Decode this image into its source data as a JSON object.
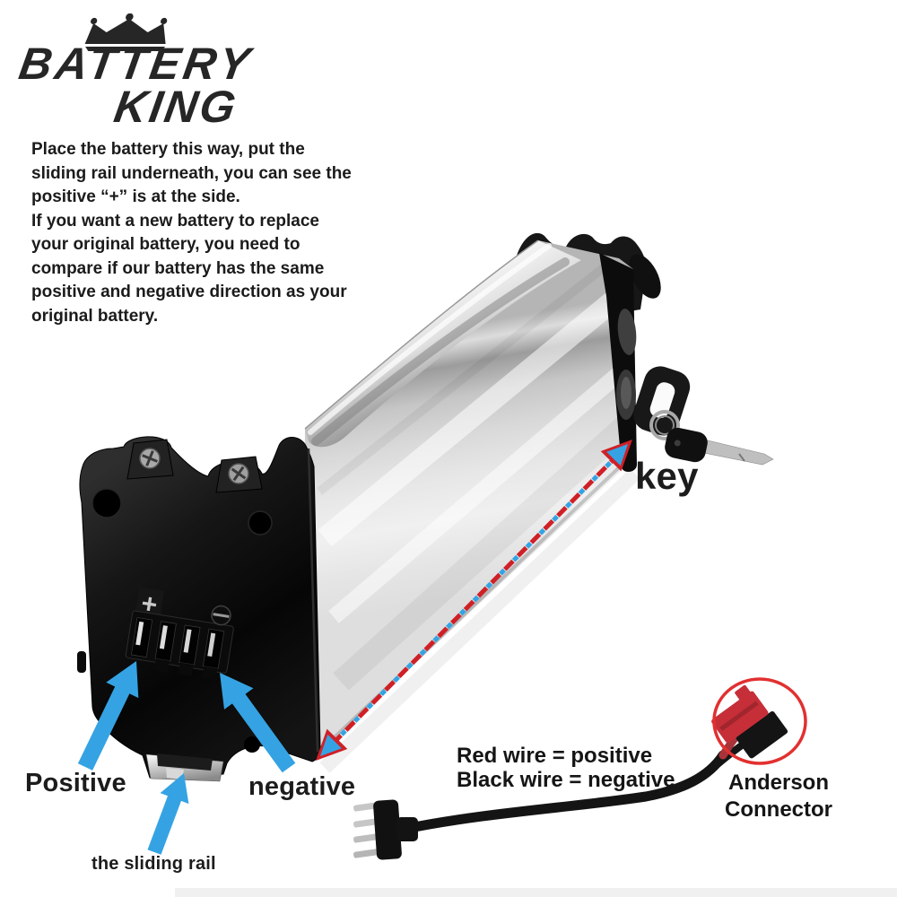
{
  "logo": {
    "line1": "BATTERY",
    "line2": "KING",
    "crown_icon": "crown"
  },
  "instructions": {
    "lines": [
      "Place the battery this way, put the",
      "sliding rail underneath, you can see the",
      "positive “+” is at the side.",
      "If you want a new battery to replace",
      "your original battery, you need to",
      "compare if our battery has the same",
      "positive and negative direction as your",
      "original battery."
    ]
  },
  "annotations": {
    "key_label": "key",
    "positive_label": "Positive",
    "negative_label": "negative",
    "sliding_rail_label": "the sliding rail",
    "wire_info_line1": "Red wire = positive",
    "wire_info_line2": "Black wire = negative",
    "connector_label_line1": "Anderson",
    "connector_label_line2": "Connector"
  },
  "battery": {
    "plus_mark": "+",
    "minus_mark": "−"
  },
  "colors": {
    "arrow_blue": "#35a3e3",
    "arrow_red": "#cf2027",
    "circle_red": "#e23030",
    "connector_red": "#c62f38",
    "text_black": "#1c1c1c"
  }
}
